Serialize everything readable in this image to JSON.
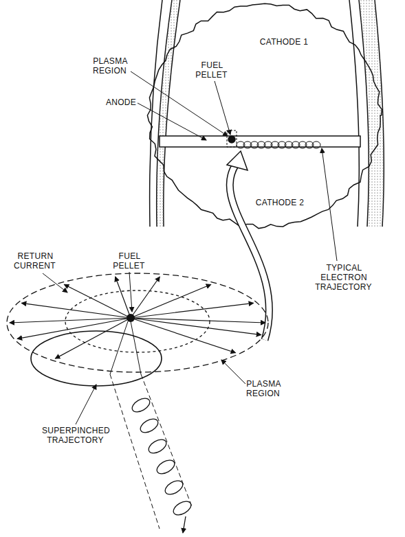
{
  "diagram": {
    "labels": [
      "PLASMA REGION",
      "FUEL PELLET",
      "CATHODE 1",
      "ANODE",
      "CATHODE 2",
      "TYPICAL ELECTRON TRAJECTORY",
      "RETURN CURRENT",
      "FUEL PELLET",
      "PLASMA REGION",
      "SUPERPINCHED TRAJECTORY"
    ]
  }
}
